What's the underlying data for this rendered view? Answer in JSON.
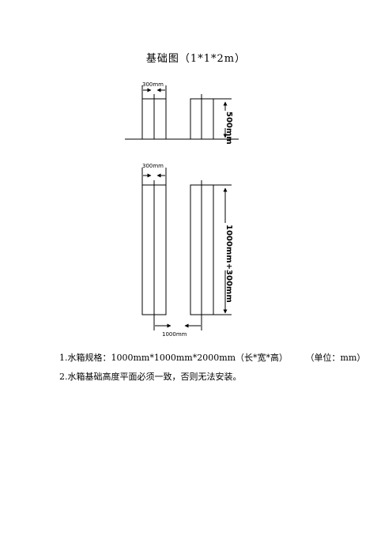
{
  "title": "基础图（1*1*2m）",
  "diagram": {
    "front_width_label": "300mm",
    "front_height_label": "500mm",
    "plan_width_label": "300mm",
    "plan_length_label": "1000mm+300mm",
    "plan_gap_label": "1000mm"
  },
  "notes": [
    {
      "text": "1.水箱规格：1000mm*1000mm*2000mm（长*宽*高）",
      "unit": "（单位：mm）"
    },
    {
      "text": "2.水箱基础高度平面必须一致，否则无法安装。"
    }
  ]
}
